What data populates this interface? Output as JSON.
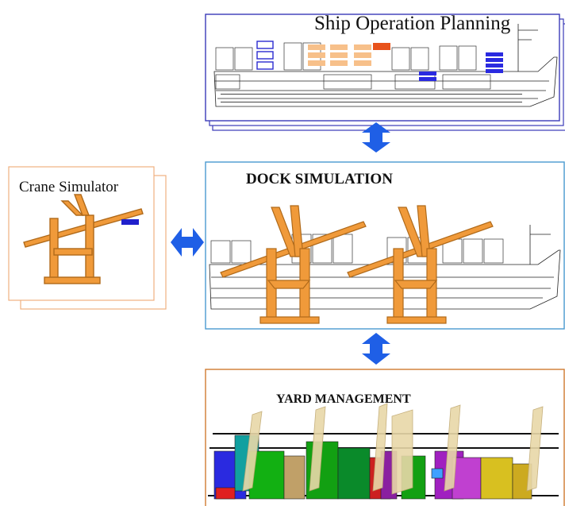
{
  "panels": {
    "ship_planning": {
      "title": "Ship Operation Planning"
    },
    "dock_simulation": {
      "title": "DOCK SIMULATION"
    },
    "crane_simulator": {
      "title": "Crane Simulator"
    },
    "yard_management": {
      "title": "YARD MANAGEMENT"
    }
  },
  "arrows": [
    {
      "name": "ship-dock-arrow",
      "direction": "vertical",
      "meaning": "two-way link"
    },
    {
      "name": "crane-dock-arrow",
      "direction": "horizontal",
      "meaning": "two-way link"
    },
    {
      "name": "dock-yard-arrow",
      "direction": "vertical",
      "meaning": "two-way link"
    }
  ],
  "colors": {
    "ship_panel_border": "#3a3ab8",
    "dock_panel_border": "#4a9ad0",
    "crane_panel_border": "#f0b080",
    "yard_panel_border": "#d07a30",
    "arrow": "#1f5fe6",
    "crane_orange": "#f09a3a",
    "crane_dark": "#b06a1a"
  }
}
